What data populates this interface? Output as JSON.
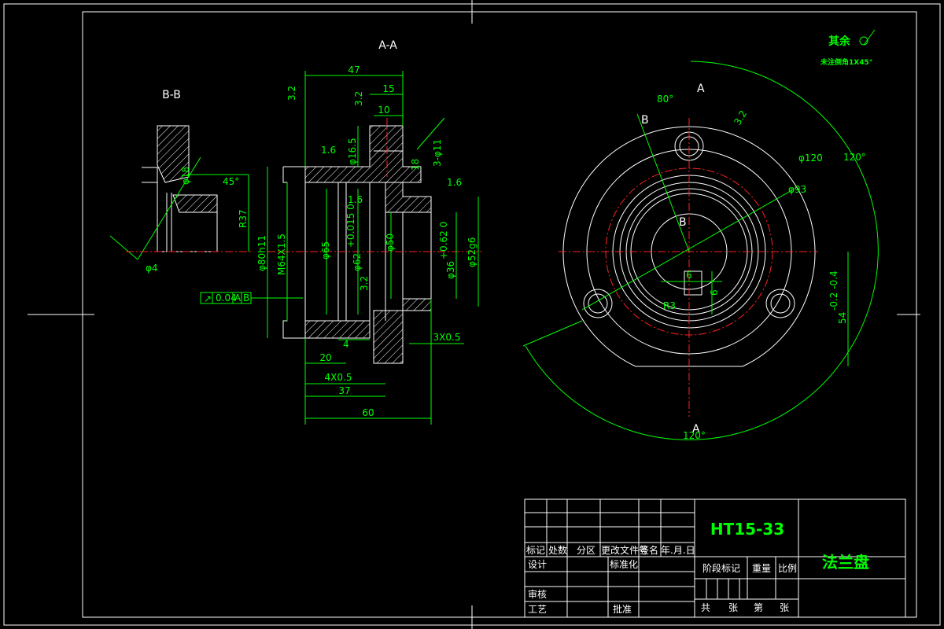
{
  "views": {
    "section_aa": "A-A",
    "section_bb": "B-B",
    "mark_a_top": "A",
    "mark_a_bottom": "A",
    "mark_b": "B",
    "mark_b_center": "B"
  },
  "notes": {
    "remaining": "其余",
    "chamfer": "未注倒角1X45°"
  },
  "dims_aa": {
    "d47": "47",
    "d15": "15",
    "d10": "10",
    "phi16_5": "φ16.5",
    "holes": "3-φ11",
    "d18": "18",
    "d1_6a": "1.6",
    "d1_6b": "1.6",
    "d1_6c": "1.6",
    "d3_2a": "3.2",
    "d3_2b": "3.2",
    "d3_2c": "3.2",
    "phi80": "φ80h11",
    "m64": "M64X1.5",
    "phi65": "φ65",
    "phi62": "φ62",
    "phi62_tol": "+0.015 0",
    "phi50": "φ50",
    "phi36": "φ36",
    "phi36_tol": "+0.62 0",
    "phi52": "φ52g6",
    "tolerance_value": "0.04",
    "tolerance_a": "A",
    "tolerance_b": "B",
    "d4": "4",
    "d20": "20",
    "d4x05": "4X0.5",
    "d37": "37",
    "d60": "60",
    "d3x05": "3X0.5"
  },
  "dims_bb": {
    "phi18": "φ18",
    "angle45": "45°",
    "r37": "R37",
    "phi4": "φ4"
  },
  "dims_front": {
    "angle80": "80°",
    "phi120": "φ120",
    "phi93": "φ93",
    "angle120a": "120°",
    "angle120b": "120°",
    "d6a": "6",
    "d6b": "6",
    "r3": "R3",
    "d54": "54",
    "d54_tol": "-0.2 -0.4",
    "d3_2": "3.2"
  },
  "title_block": {
    "material": "HT15-33",
    "part_name": "法兰盘",
    "row_labels": [
      "标记",
      "处数",
      "分区",
      "更改文件号",
      "签名",
      "年.月.日"
    ],
    "design": "设计",
    "standardization": "标准化",
    "review": "审核",
    "process": "工艺",
    "approve": "批准",
    "stage_mark": "阶段标记",
    "weight": "重量",
    "scale": "比例",
    "total_label": "共",
    "sheet_label": "张",
    "page_label": "第",
    "page_sheet_label": "张"
  }
}
